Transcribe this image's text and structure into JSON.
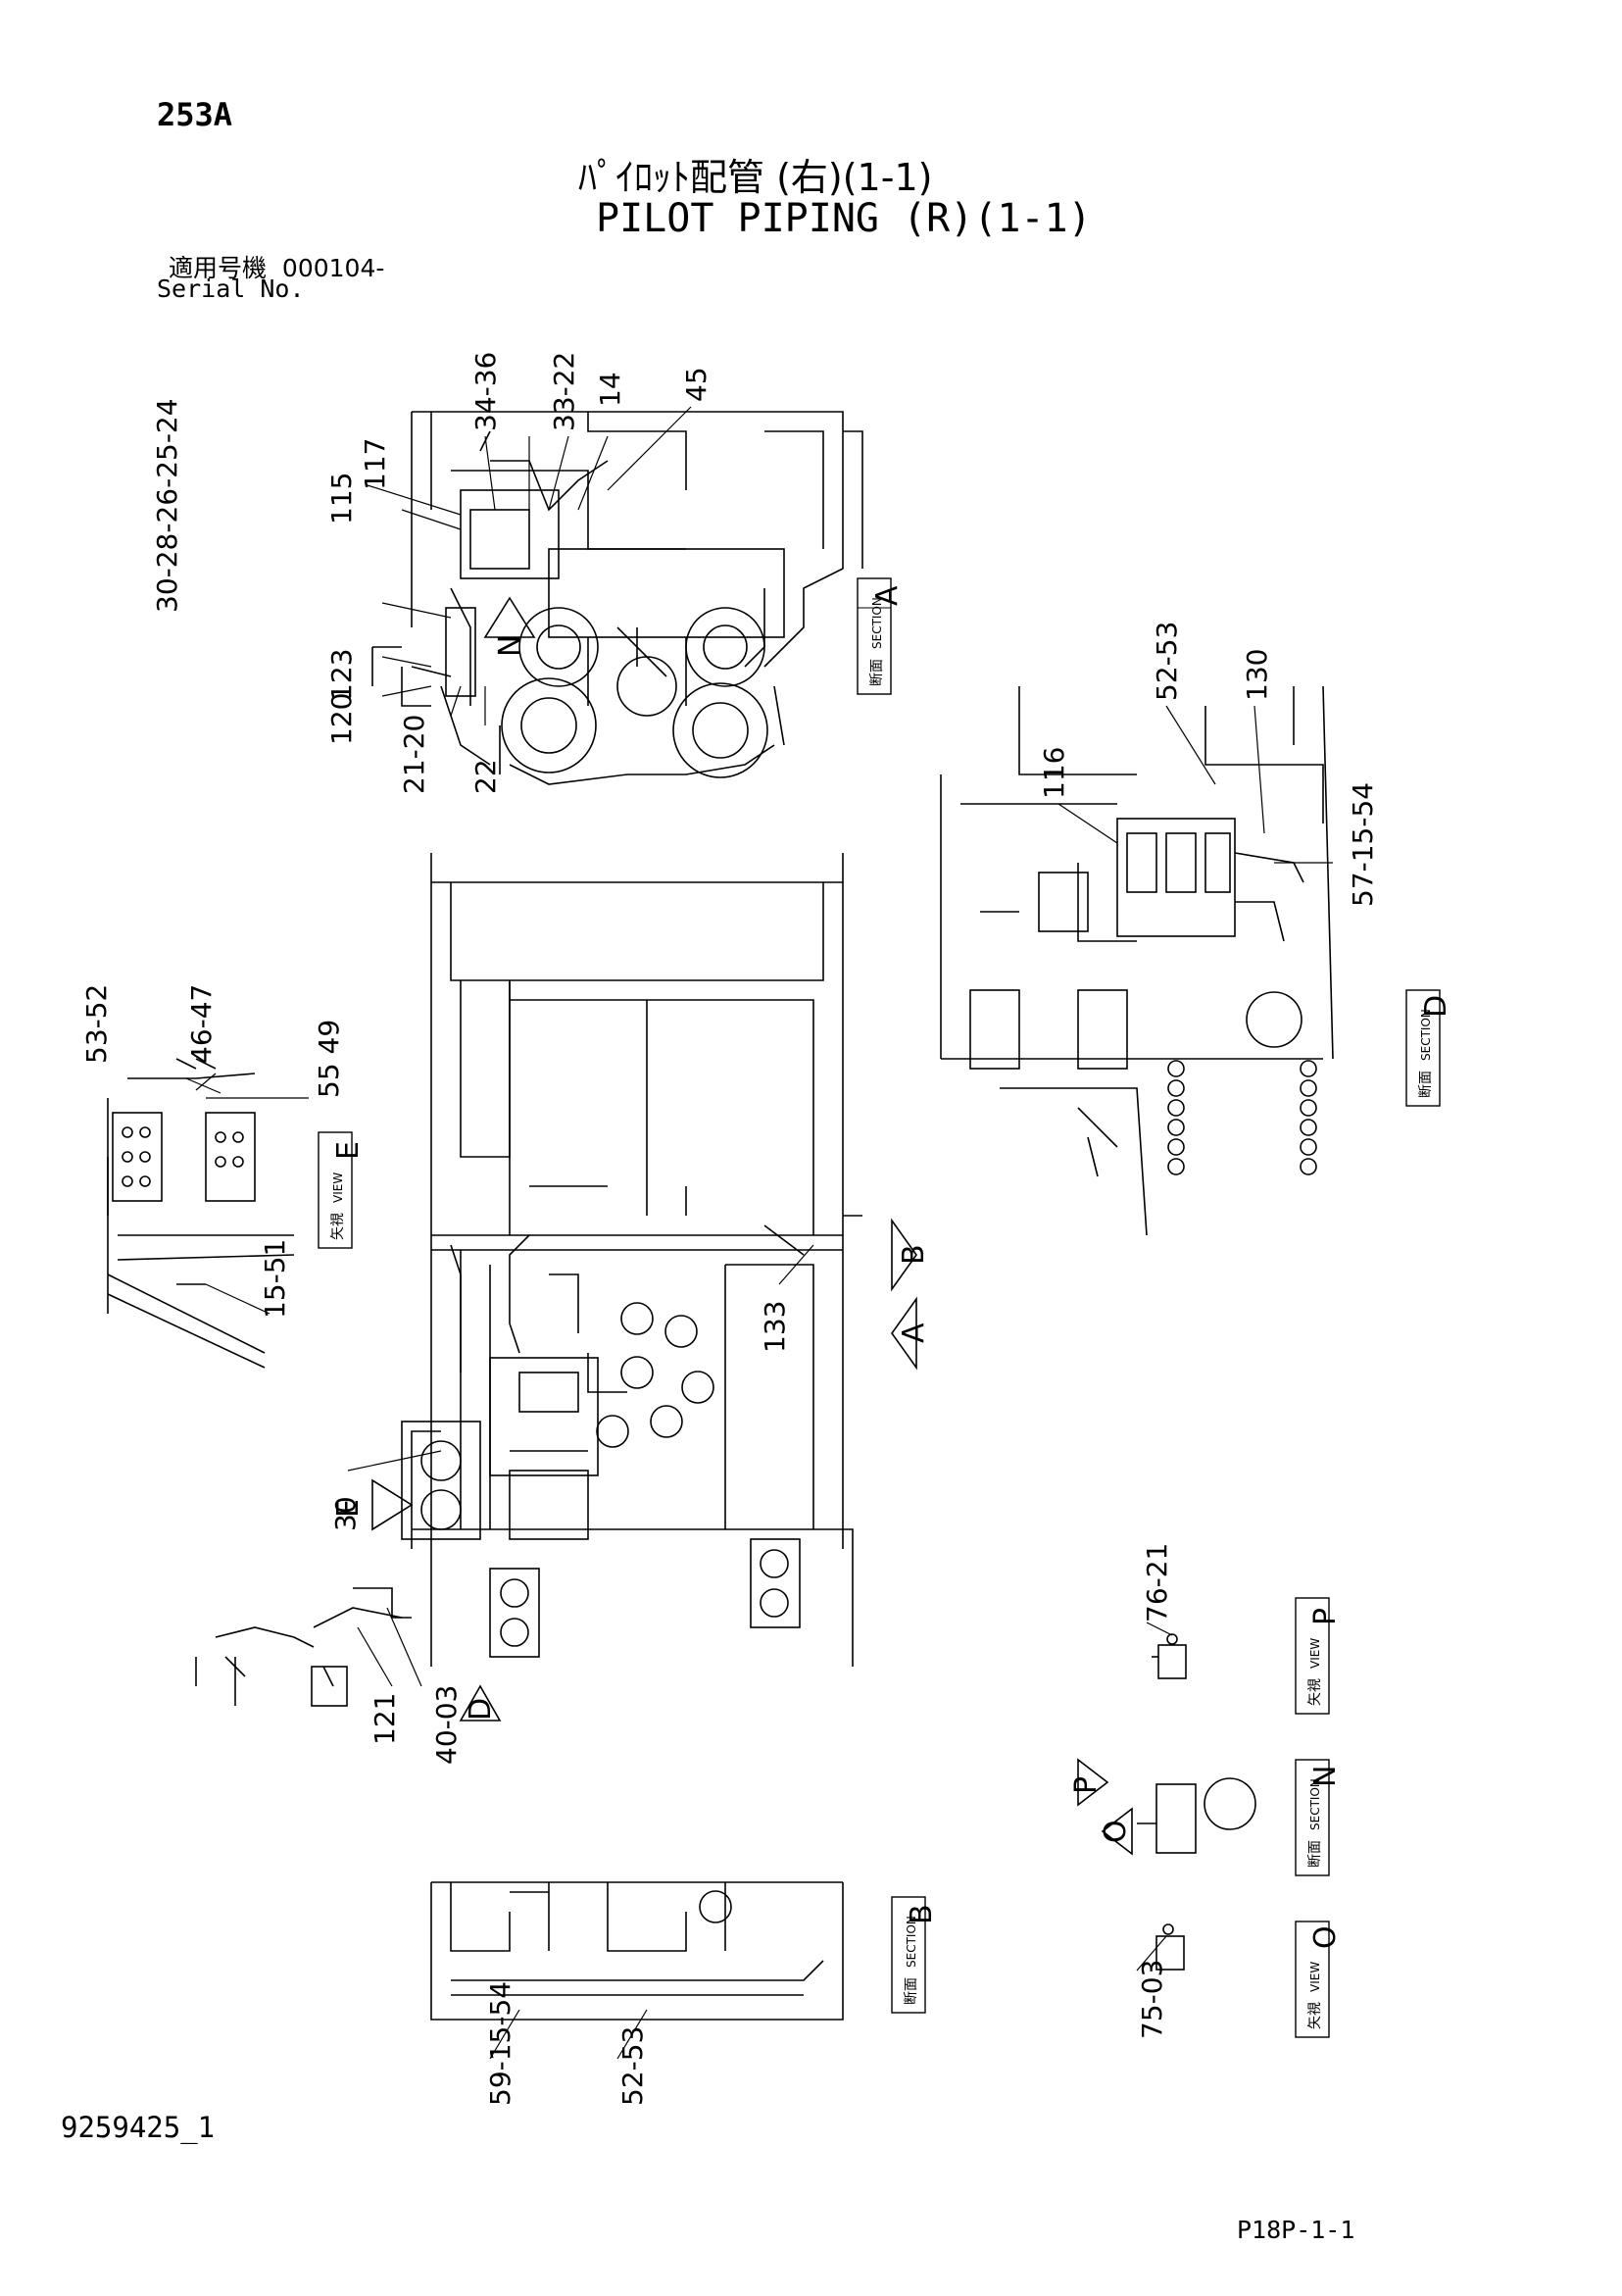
{
  "header": {
    "page_code": "253A",
    "title_jp": "ﾊﾟｲﾛｯﾄ配管 (右)(1-1)",
    "title_en": "PILOT PIPING (R)(1-1)",
    "serial_label_jp": "適用号機",
    "serial_value": "000104-",
    "serial_label_en": "Serial No."
  },
  "footer": {
    "doc_number": "9259425_1",
    "page_ref": "P18P-1-1"
  },
  "views": {
    "section_a": {
      "jp": "断面",
      "en": "SECTION",
      "letter": "A"
    },
    "section_d": {
      "jp": "断面",
      "en": "SECTION",
      "letter": "D"
    },
    "view_e": {
      "jp": "矢視",
      "en": "VIEW",
      "letter": "E"
    },
    "view_p": {
      "jp": "矢視",
      "en": "VIEW",
      "letter": "P"
    },
    "section_n": {
      "jp": "断面",
      "en": "SECTION",
      "letter": "N"
    },
    "section_b": {
      "jp": "断面",
      "en": "SECTION",
      "letter": "B"
    },
    "view_o": {
      "jp": "矢視",
      "en": "VIEW",
      "letter": "O"
    }
  },
  "arrows": {
    "n": "N",
    "b": "B",
    "a": "A",
    "e": "E",
    "d": "D",
    "p": "P",
    "o": "O"
  },
  "callouts": {
    "top_34": "34-36",
    "top_33": "33-22",
    "top_14": "14",
    "top_45": "45",
    "top_115": "115",
    "top_117": "117",
    "top_30": "30-28-26-25-24",
    "top_123": "123",
    "top_120": "120",
    "top_21": "21-20",
    "top_22": "22",
    "d_52": "52-53",
    "d_130": "130",
    "d_116": "116",
    "d_57": "57-15-54",
    "e_53": "53-52",
    "e_46": "46-47",
    "e_49": "55 49",
    "e_15": "15-51",
    "c_133": "133",
    "c_30": "30",
    "c_121": "121",
    "c_40": "40-03",
    "p_76": "76-21",
    "b_59": "59-15-54",
    "b_52": "52-53",
    "o_75": "75-03"
  }
}
